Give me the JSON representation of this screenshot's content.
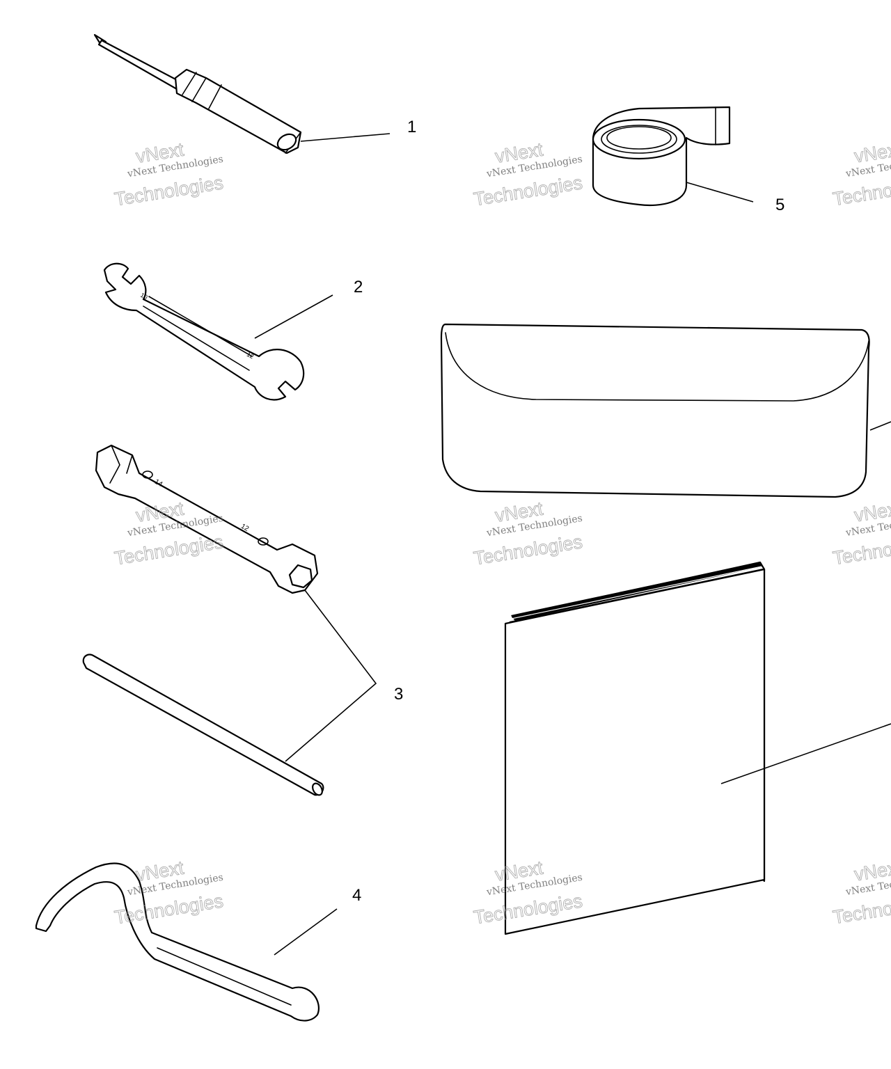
{
  "callouts": {
    "c1": "1",
    "c2": "2",
    "c3": "3",
    "c4": "4",
    "c5": "5"
  },
  "watermark": {
    "line_small": "vNext Technologies",
    "line_big_1": "vNext",
    "line_big_2": "Technologies"
  },
  "colors": {
    "ink": "#000000",
    "paper": "#ffffff",
    "watermark": "#9a9a9a"
  }
}
